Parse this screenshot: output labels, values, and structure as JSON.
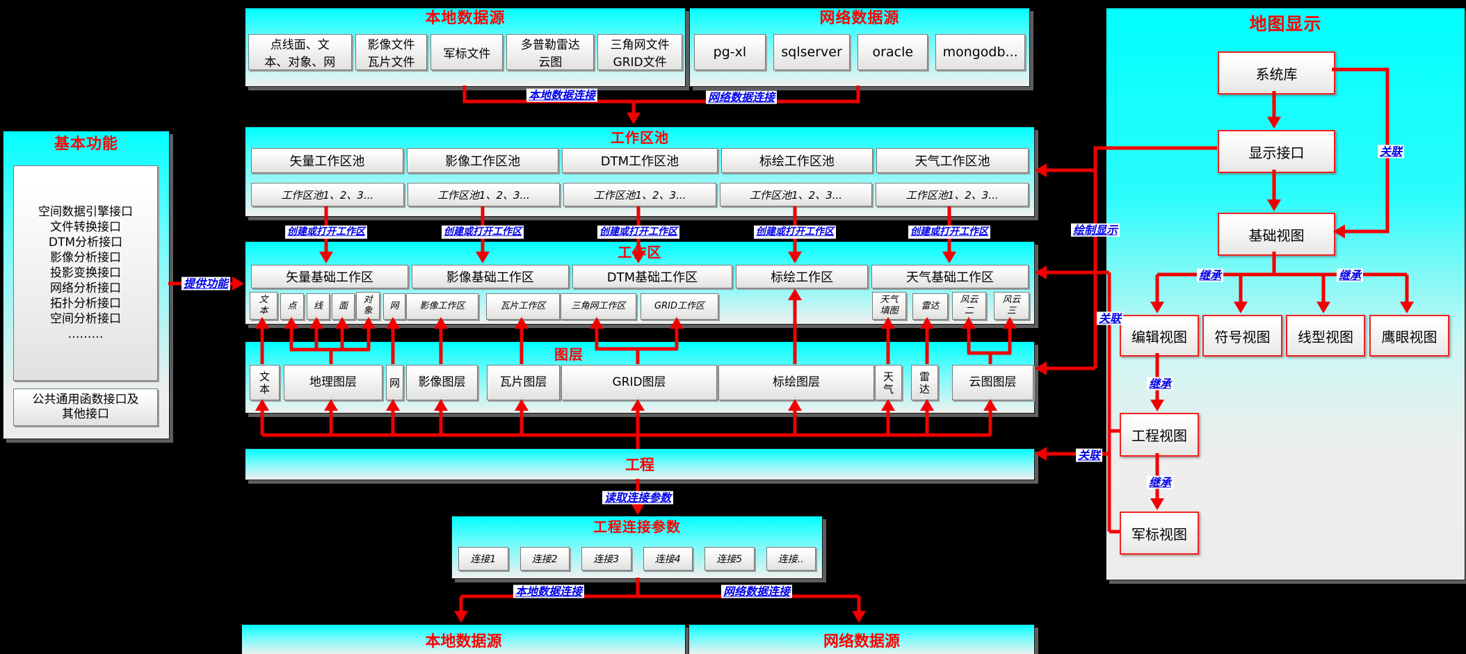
{
  "top_left_source": {
    "title": "本地数据源",
    "items": [
      "点线面、文\n本、对象、网",
      "影像文件\n瓦片文件",
      "军标文件",
      "多普勒雷达\n云图",
      "三角网文件\nGRID文件"
    ]
  },
  "top_right_source": {
    "title": "网络数据源",
    "items": [
      "pg-xl",
      "sqlserver",
      "oracle",
      "mongodb..."
    ]
  },
  "basic_functions": {
    "title": "基本功能",
    "interface_list": "空间数据引擎接口\n文件转换接口\nDTM分析接口\n影像分析接口\n投影变换接口\n网络分析接口\n拓扑分析接口\n空间分析接口\n………",
    "common_interfaces": "公共通用函数接口及\n其他接口",
    "provide_label": "提供功能"
  },
  "workspace_pool": {
    "title": "工作区池",
    "pools": [
      "矢量工作区池",
      "影像工作区池",
      "DTM工作区池",
      "标绘工作区池",
      "天气工作区池"
    ],
    "instances_label": "工作区池1、2、3...",
    "create_open_label": "创建或打开工作区"
  },
  "workspace": {
    "title": "工作区",
    "areas": [
      "矢量基础工作区",
      "影像基础工作区",
      "DTM基础工作区",
      "标绘工作区",
      "天气基础工作区"
    ],
    "sub_items": [
      "文\n本",
      "点",
      "线",
      "面",
      "对\n象",
      "网",
      "影像工作区",
      "瓦片工作区",
      "三角网工作区",
      "GRID工作区",
      "天气\n填图",
      "雷达",
      "风云\n二",
      "风云\n三"
    ]
  },
  "layers": {
    "title": "图层",
    "items": [
      "文\n本",
      "地理图层",
      "网",
      "影像图层",
      "瓦片图层",
      "GRID图层",
      "标绘图层",
      "天\n气",
      "雷\n达",
      "云图图层"
    ]
  },
  "project": {
    "title": "工程",
    "read_params_label": "读取连接参数"
  },
  "project_params": {
    "title": "工程连接参数",
    "items": [
      "连接1",
      "连接2",
      "连接3",
      "连接4",
      "连接5",
      "连接.."
    ]
  },
  "bottom_sources": {
    "local": "本地数据源",
    "network": "网络数据源"
  },
  "connection_labels": {
    "local": "本地数据连接",
    "network": "网络数据连接"
  },
  "map_display": {
    "title": "地图显示",
    "system_lib": "系统库",
    "display_interface": "显示接口",
    "base_view": "基础视图",
    "edit_view": "编辑视图",
    "symbol_view": "符号视图",
    "linetype_view": "线型视图",
    "eagle_eye_view": "鹰眼视图",
    "project_view": "工程视图",
    "military_symbol_view": "军标视图",
    "associate_label": "关联",
    "inherit_label": "继承",
    "draw_display_label": "绘制显示"
  },
  "colors": {
    "arrow_red": "#f00000",
    "title_red": "#fe0000",
    "label_blue": "#0000e8",
    "panel_cyan": "#00ffff"
  }
}
